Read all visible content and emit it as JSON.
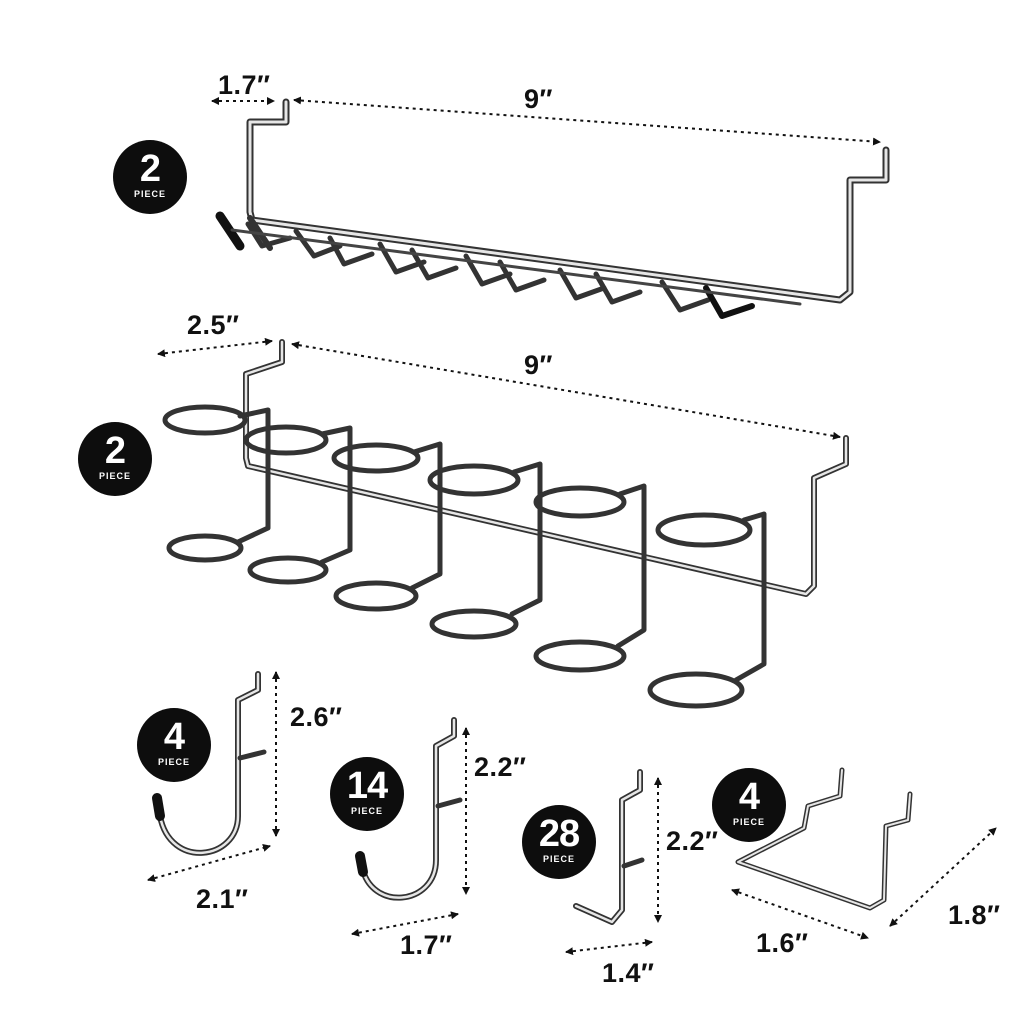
{
  "items": [
    {
      "name": "wrench-rack",
      "badge": {
        "count": "2",
        "label": "PIECE"
      },
      "dims": {
        "depth": "1.7″",
        "width": "9″"
      }
    },
    {
      "name": "screwdriver-ring-rack",
      "badge": {
        "count": "2",
        "label": "PIECE"
      },
      "dims": {
        "depth": "2.5″",
        "width": "9″"
      }
    },
    {
      "name": "large-j-hook",
      "badge": {
        "count": "4",
        "label": "PIECE"
      },
      "dims": {
        "height": "2.6″",
        "width": "2.1″"
      }
    },
    {
      "name": "medium-j-hook",
      "badge": {
        "count": "14",
        "label": "PIECE"
      },
      "dims": {
        "height": "2.2″",
        "width": "1.7″"
      }
    },
    {
      "name": "l-hook",
      "badge": {
        "count": "28",
        "label": "PIECE"
      },
      "dims": {
        "height": "2.2″",
        "width": "1.4″"
      }
    },
    {
      "name": "u-bracket-hook",
      "badge": {
        "count": "4",
        "label": "PIECE"
      },
      "dims": {
        "width": "1.6″",
        "depth": "1.8″"
      }
    }
  ]
}
